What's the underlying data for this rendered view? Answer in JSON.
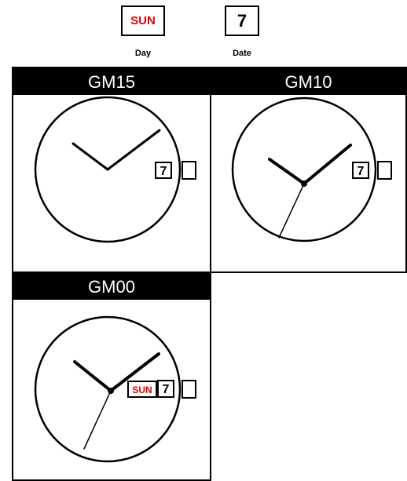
{
  "legend": {
    "day": {
      "value": "SUN",
      "caption": "Day",
      "color": "#e00000"
    },
    "date": {
      "value": "7",
      "caption": "Date"
    }
  },
  "panels": [
    {
      "title": "GM15",
      "date": "7",
      "has_seconds_hand": false,
      "has_day": false
    },
    {
      "title": "GM10",
      "date": "7",
      "has_seconds_hand": true,
      "has_day": false
    },
    {
      "title": "GM00",
      "date": "7",
      "day": "SUN",
      "has_seconds_hand": true,
      "has_day": true
    }
  ]
}
